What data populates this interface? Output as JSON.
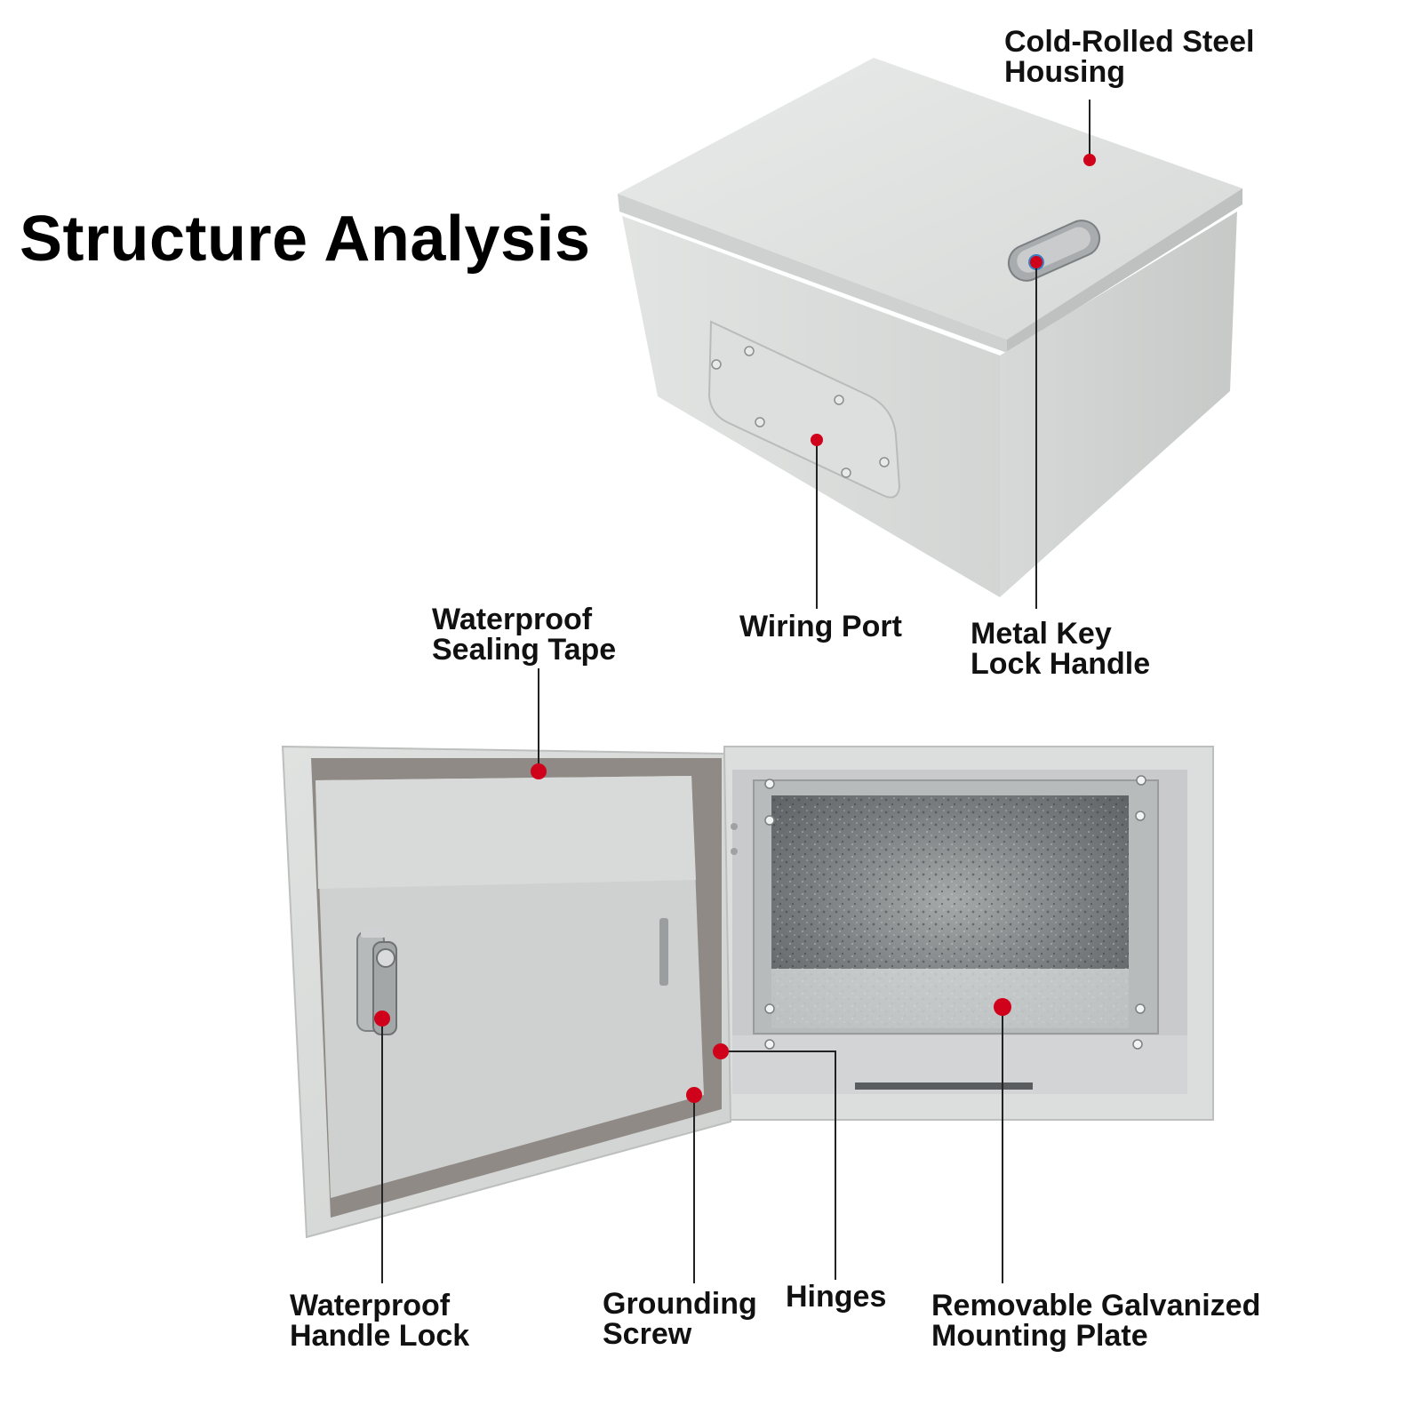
{
  "title": "Structure Analysis",
  "colors": {
    "marker": "#d0021b",
    "leader_line": "#222222",
    "housing": "#dcdedd",
    "galvanized_plate": "#8e9294"
  },
  "callouts": {
    "housing": [
      "Cold-Rolled Steel",
      "Housing"
    ],
    "wiring_port": [
      "Wiring Port"
    ],
    "key_lock": [
      "Metal Key",
      "Lock Handle"
    ],
    "sealing_tape": [
      "Waterproof",
      "Sealing Tape"
    ],
    "handle_lock": [
      "Waterproof",
      "Handle Lock"
    ],
    "grounding": [
      "Grounding",
      "Screw"
    ],
    "hinges": [
      "Hinges"
    ],
    "mounting_plate": [
      "Removable Galvanized",
      "Mounting Plate"
    ]
  }
}
